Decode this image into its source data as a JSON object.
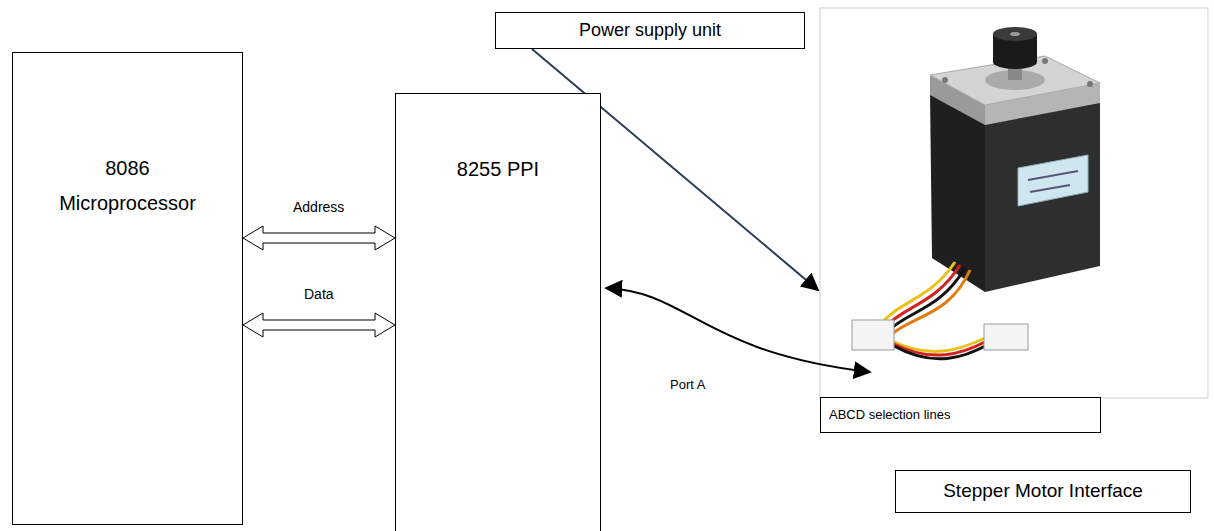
{
  "diagram": {
    "nodes": [
      {
        "text": [
          "8086 Microprocessor"
        ]
      },
      {
        "text": [
          "8255 PPI"
        ]
      },
      {
        "text": [
          "Power supply unit"
        ]
      },
      {
        "text": [
          "ABCD selection lines"
        ]
      },
      {
        "text": [
          "Stepper Motor Interface"
        ]
      }
    ],
    "edges": [
      {
        "from": 0,
        "to": 1,
        "label": "Address",
        "arrow": "both"
      },
      {
        "from": 0,
        "to": 1,
        "label": "Data",
        "arrow": "both"
      }
    ],
    "labels": [
      "Port A"
    ]
  }
}
